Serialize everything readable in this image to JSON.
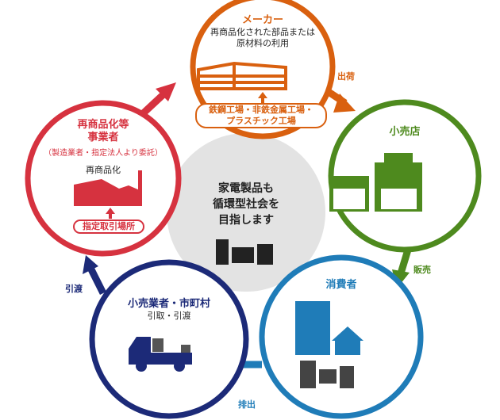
{
  "center": {
    "lines": [
      "家電製品も",
      "循環型社会を",
      "目指します"
    ]
  },
  "nodes": {
    "maker": {
      "title": "メーカー",
      "desc": [
        "再商品化された部品または",
        "原材料の利用"
      ],
      "source": [
        "鉄鋼工場・非鉄金属工場・",
        "プラスチック工場"
      ]
    },
    "shop": {
      "title": "小売店"
    },
    "consumer": {
      "title": "消費者"
    },
    "collector": {
      "title": "小売業者・市町村",
      "desc": "引取・引渡"
    },
    "recycler": {
      "title": [
        "再商品化等",
        "事業者"
      ],
      "note": "（製造業者・指定法人より委託）",
      "desc": "再商品化",
      "source": "指定取引場所"
    }
  },
  "arrows": {
    "ship": "出荷",
    "sell": "販売",
    "discard": "排出",
    "handover": "引渡"
  },
  "colors": {
    "maker": "#d9600f",
    "shop": "#4e8a1e",
    "consumer": "#1f7cb8",
    "collector": "#1c2a78",
    "recycler": "#d6323f",
    "center": "#e3e3e3"
  }
}
